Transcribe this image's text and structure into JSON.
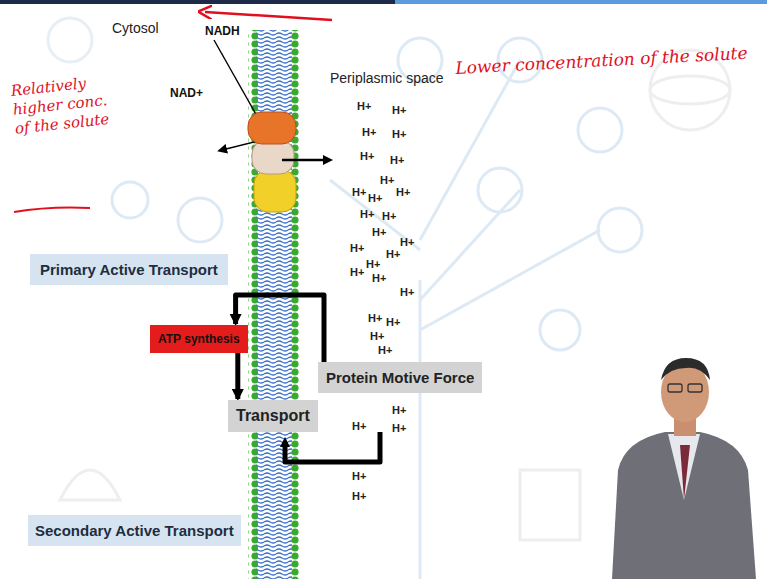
{
  "diagram": {
    "nodes": [
      {
        "text": [
          "Primary Active Transport"
        ]
      },
      {
        "text": [
          "ATP synthesis"
        ]
      },
      {
        "text": [
          "Protein Motive Force"
        ]
      },
      {
        "text": [
          "Transport"
        ]
      },
      {
        "text": [
          "Secondary Active Transport"
        ]
      }
    ],
    "edges": [
      {
        "from": 2,
        "to": 1,
        "arrow": "to"
      },
      {
        "from": 1,
        "to": 3,
        "arrow": "to"
      }
    ],
    "labels": [
      "Cytosol",
      "NADH",
      "NAD+",
      "Periplasmic space",
      "Relatively higher conc. of the solute",
      "Lower concentration of the solute",
      "H+",
      "H+",
      "H+",
      "H+",
      "H+",
      "H+",
      "H+",
      "H+",
      "H+",
      "H+",
      "H+",
      "H+",
      "H+",
      "H+",
      "H+",
      "H+",
      "H+",
      "H+",
      "H+",
      "H+",
      "H+",
      "H+",
      "H+",
      "H+",
      "H+",
      "H+",
      "H+",
      "H+",
      "H+"
    ]
  }
}
